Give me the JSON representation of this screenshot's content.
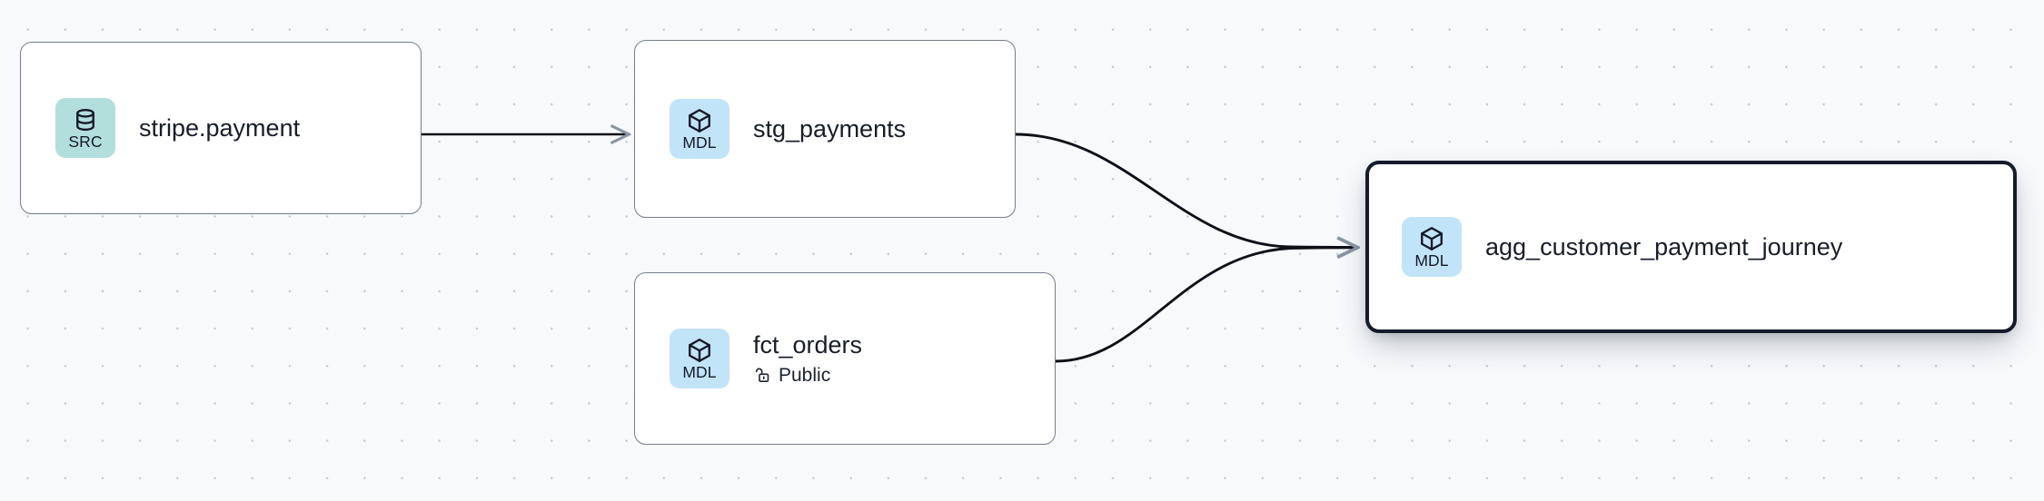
{
  "canvas": {
    "background_color": "#f7f9fb",
    "grid": "dot-grid",
    "grid_dot_color": "#c7cdd6"
  },
  "colors": {
    "src_badge_bg": "#b2dfdb",
    "mdl_badge_bg": "#c2e4f8",
    "node_border": "#767e8e",
    "selected_border": "#151b2b",
    "edge_stroke": "#0d1117",
    "text": "#171d2b"
  },
  "nodes": [
    {
      "id": "stripe-payment",
      "title": "stripe.payment",
      "badge_label": "SRC",
      "badge_type": "src",
      "icon": "database-icon",
      "selected": false,
      "subtitle": null
    },
    {
      "id": "stg-payments",
      "title": "stg_payments",
      "badge_label": "MDL",
      "badge_type": "mdl",
      "icon": "cube-icon",
      "selected": false,
      "subtitle": null
    },
    {
      "id": "fct-orders",
      "title": "fct_orders",
      "badge_label": "MDL",
      "badge_type": "mdl",
      "icon": "cube-icon",
      "selected": false,
      "subtitle": "Public",
      "subtitle_icon": "unlock-icon"
    },
    {
      "id": "agg-customer-payment-journey",
      "title": "agg_customer_payment_journey",
      "badge_label": "MDL",
      "badge_type": "mdl",
      "icon": "cube-icon",
      "selected": true,
      "subtitle": null
    }
  ],
  "edges": [
    {
      "id": "edge-stripe-to-stg",
      "from": "stripe-payment",
      "to": "stg-payments",
      "style": "straight",
      "arrow": true
    },
    {
      "id": "edge-stg-to-agg",
      "from": "stg-payments",
      "to": "agg-customer-payment-journey",
      "style": "bezier",
      "arrow": true
    },
    {
      "id": "edge-fct-to-agg",
      "from": "fct-orders",
      "to": "agg-customer-payment-journey",
      "style": "bezier",
      "arrow": true
    }
  ]
}
